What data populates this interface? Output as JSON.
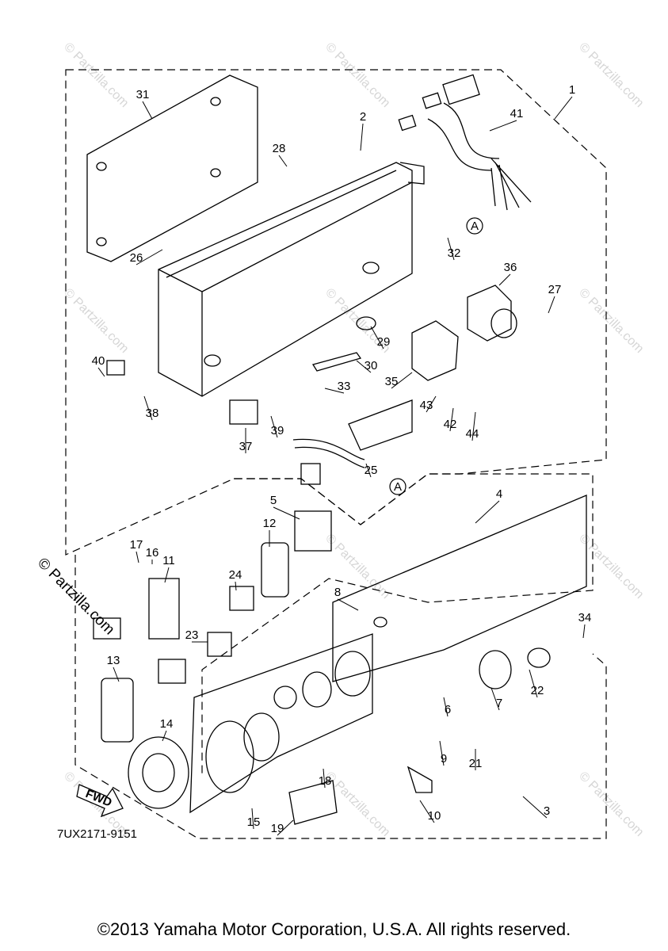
{
  "diagram": {
    "drawing_code": "7UX2171-9151",
    "fwd_label": "FWD",
    "circled_ref": "A",
    "copyright": "©2013 Yamaha Motor Corporation, U.S.A. All rights reserved.",
    "side_watermark": "© Partzilla.com",
    "tile_watermark": "© Partzilla.com",
    "callouts": [
      "1",
      "2",
      "3",
      "4",
      "5",
      "6",
      "7",
      "8",
      "9",
      "10",
      "11",
      "12",
      "13",
      "14",
      "15",
      "16",
      "17",
      "18",
      "19",
      "21",
      "22",
      "23",
      "24",
      "25",
      "26",
      "27",
      "28",
      "29",
      "30",
      "31",
      "32",
      "33",
      "34",
      "35",
      "36",
      "37",
      "38",
      "39",
      "40",
      "41",
      "42",
      "43",
      "44"
    ]
  }
}
